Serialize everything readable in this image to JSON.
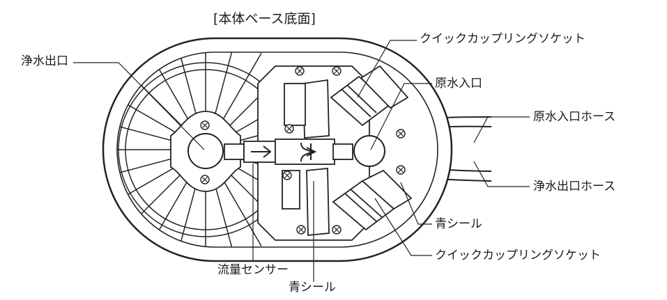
{
  "title": "[本体ベース底面]",
  "labels": {
    "purified_outlet": "浄水出口",
    "quick_coupling_socket_top": "クイックカップリングソケット",
    "raw_water_inlet": "原水入口",
    "raw_water_inlet_hose": "原水入口ホース",
    "purified_outlet_hose": "浄水出口ホース",
    "blue_seal_right": "青シール",
    "quick_coupling_socket_bottom": "クイックカップリングソケット",
    "flow_sensor": "流量センサー",
    "blue_seal_bottom": "青シール"
  },
  "icons": [
    "screw-icon",
    "flow-arrow-icon",
    "flow-split-arrow-icon"
  ]
}
